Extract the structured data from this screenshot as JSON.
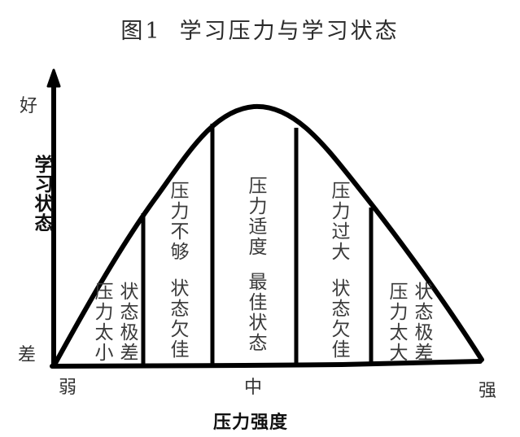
{
  "title": {
    "figure_label": "图1",
    "text": "学习压力与学习状态"
  },
  "y_axis": {
    "title": "学习状态",
    "top_label": "好",
    "bottom_label": "差"
  },
  "x_axis": {
    "title": "压力强度",
    "left_label": "弱",
    "middle_label": "中",
    "right_label": "强"
  },
  "regions": [
    {
      "pressure": "压力太小",
      "state": "状态极差"
    },
    {
      "pressure": "压力不够",
      "state": "状态欠佳"
    },
    {
      "pressure": "压力适度",
      "state": "最佳状态"
    },
    {
      "pressure": "压力过大",
      "state": "状态欠佳"
    },
    {
      "pressure": "压力太大",
      "state": "状态极差"
    }
  ],
  "colors": {
    "line": "#000000",
    "text": "#333333",
    "background": "#ffffff"
  }
}
